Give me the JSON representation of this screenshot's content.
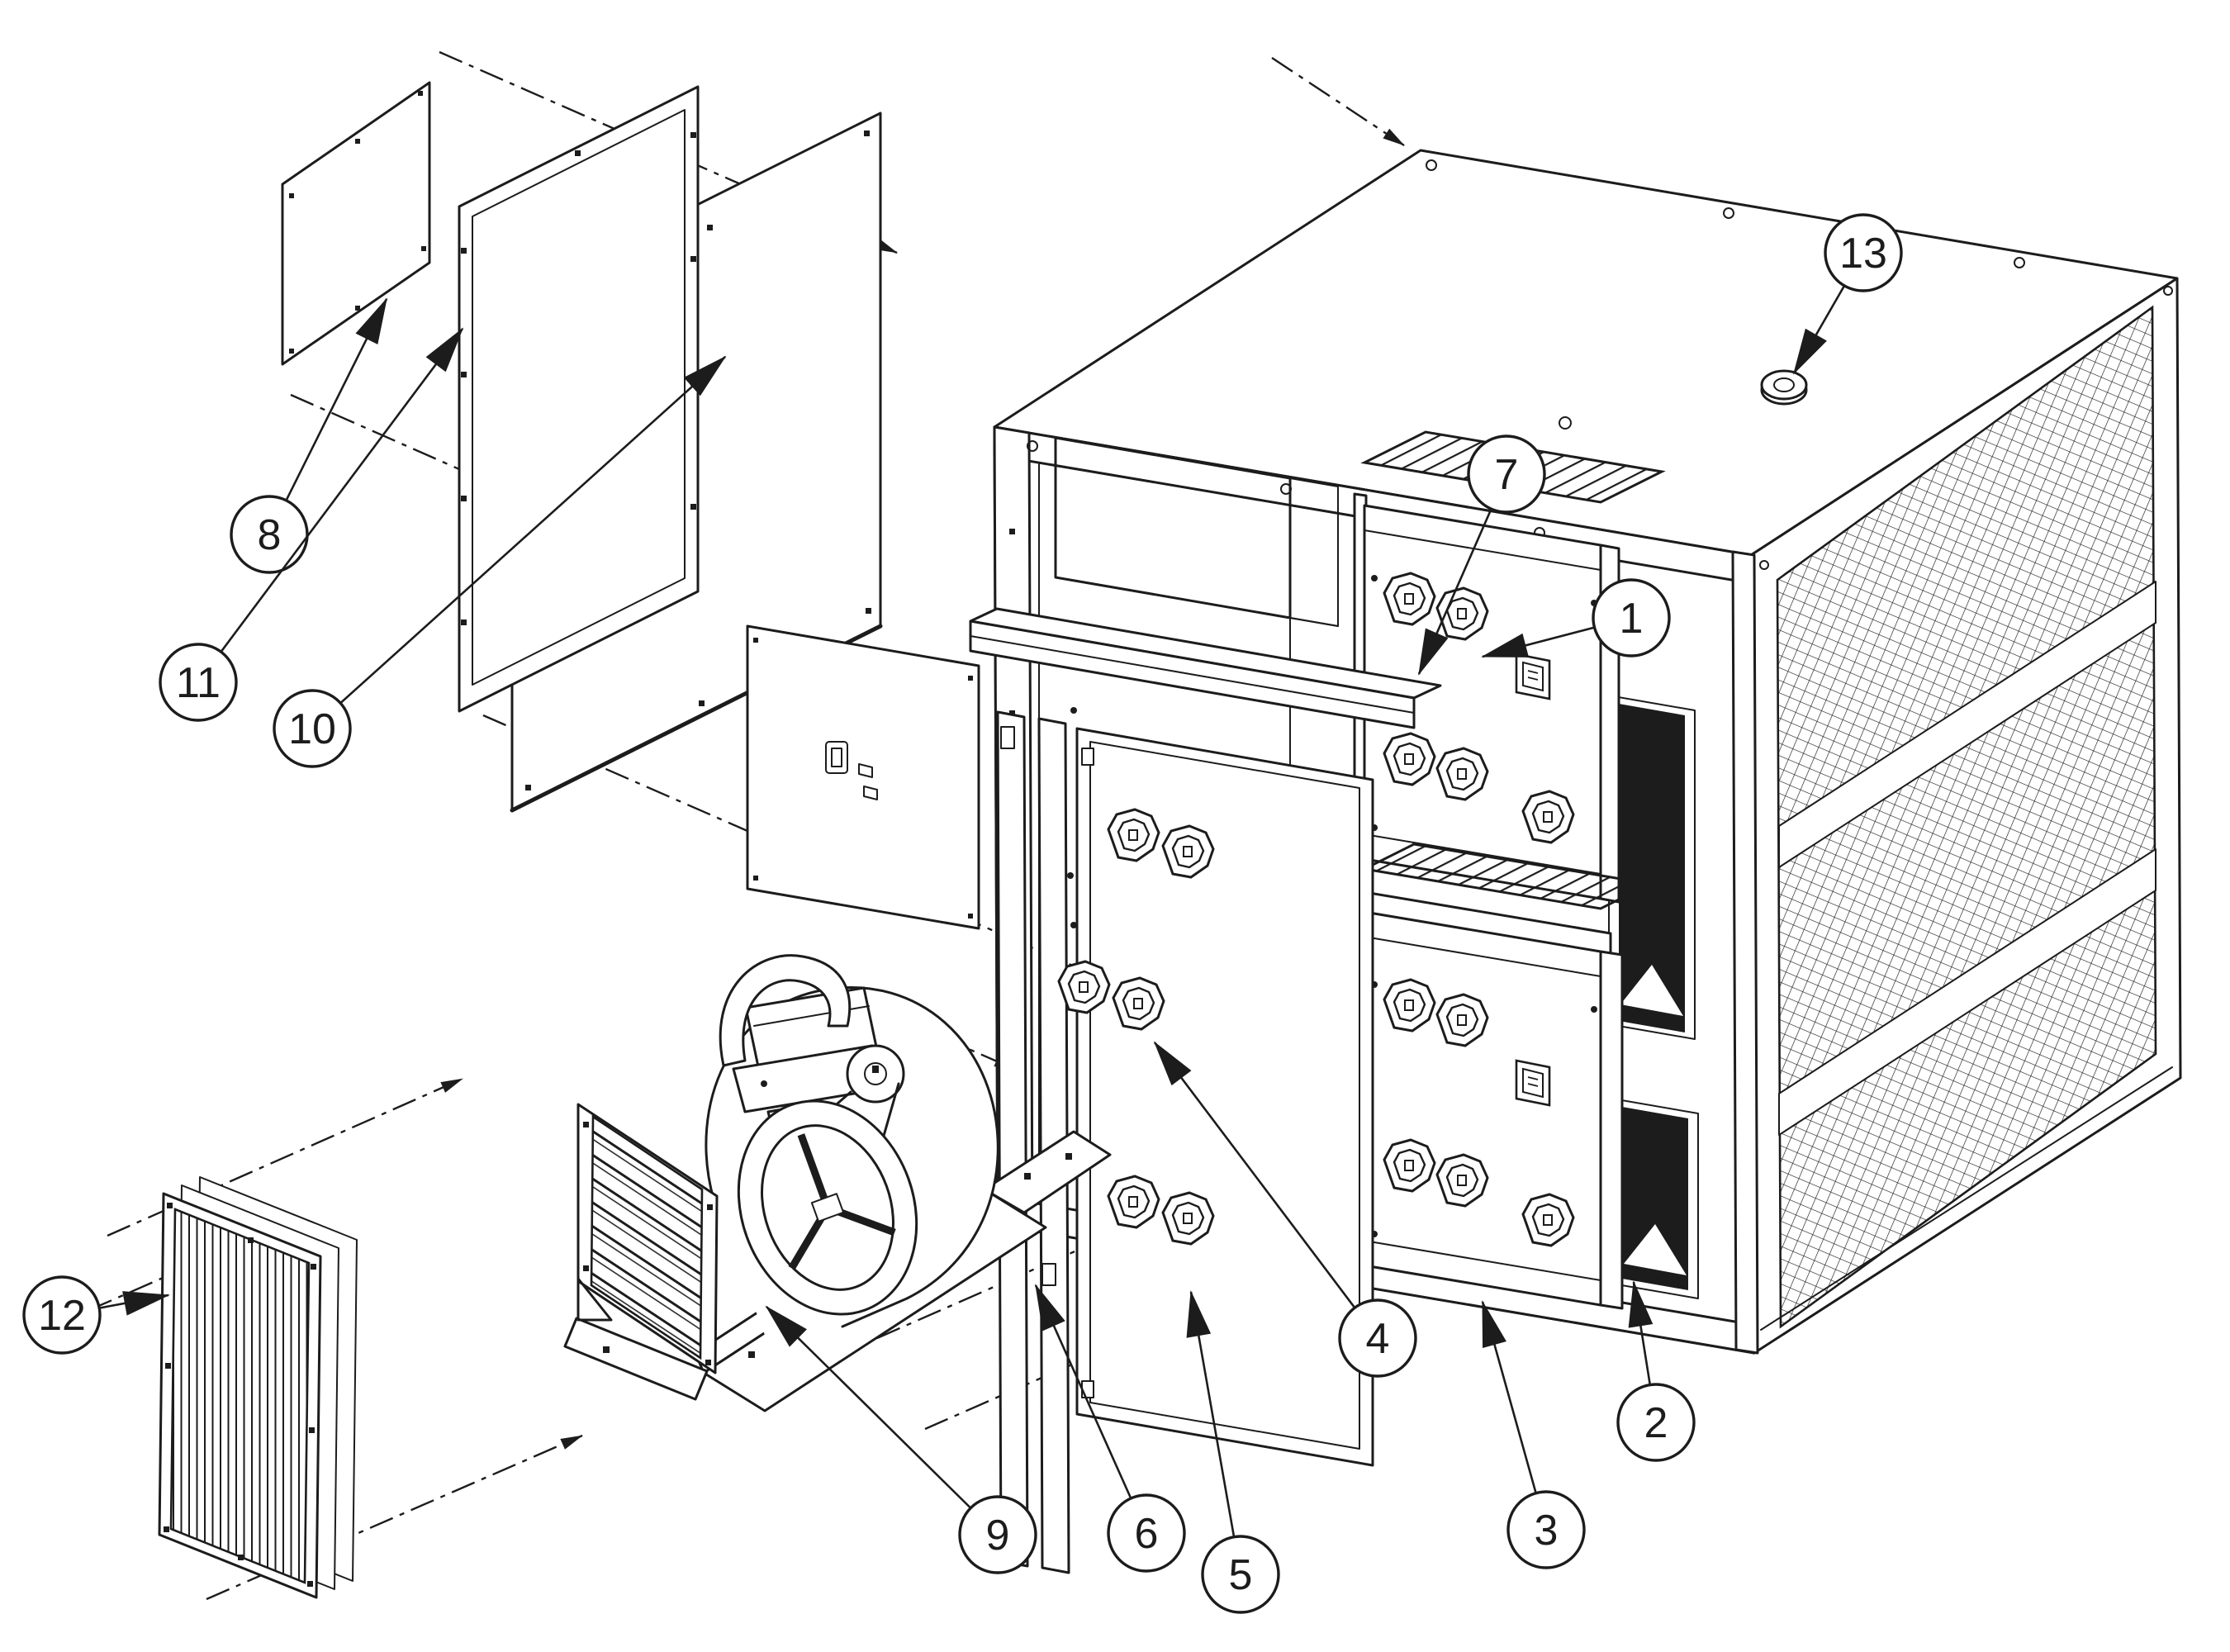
{
  "figure": {
    "type": "exploded-assembly-diagram",
    "subject": "electronic-air-cleaner-cabinet",
    "line_color": "#1c1c1c",
    "background_color": "#ffffff"
  },
  "callouts": [
    {
      "label": "1"
    },
    {
      "label": "2"
    },
    {
      "label": "3"
    },
    {
      "label": "4"
    },
    {
      "label": "5"
    },
    {
      "label": "6"
    },
    {
      "label": "7"
    },
    {
      "label": "8"
    },
    {
      "label": "9"
    },
    {
      "label": "10"
    },
    {
      "label": "11"
    },
    {
      "label": "12"
    },
    {
      "label": "13"
    }
  ]
}
